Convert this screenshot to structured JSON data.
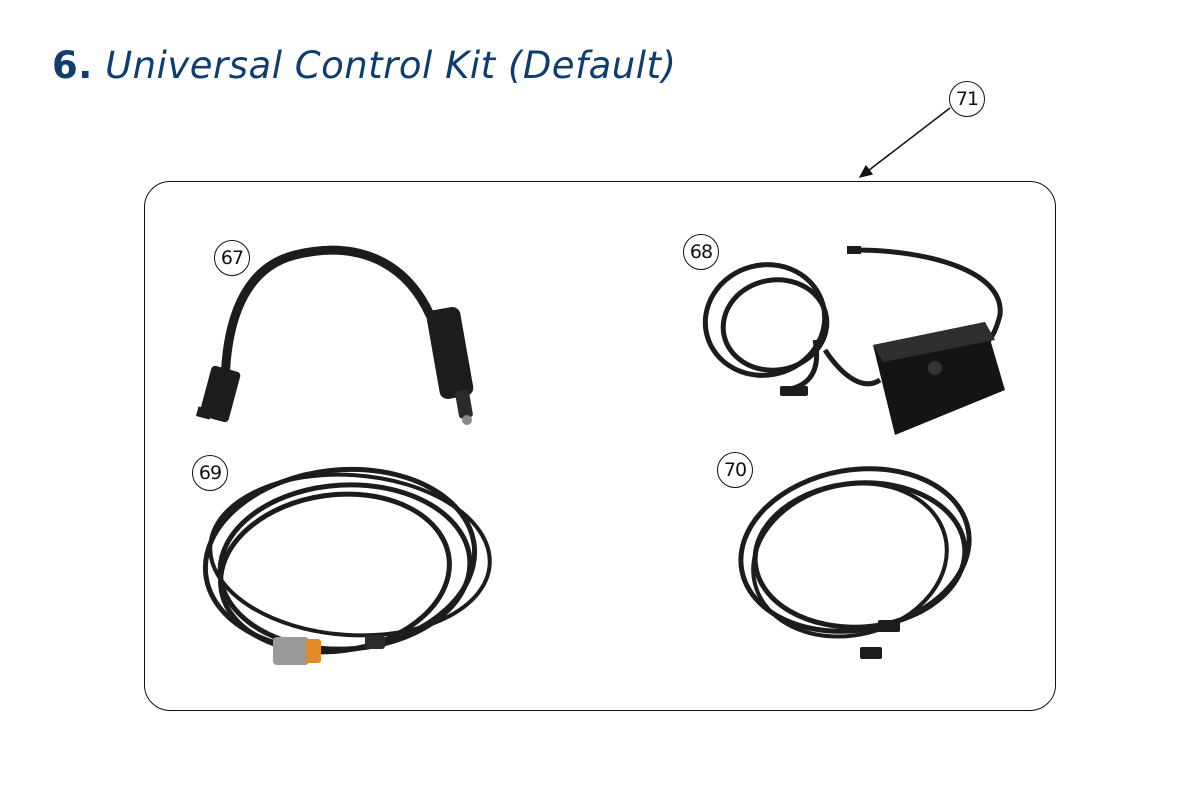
{
  "section": {
    "number": "6.",
    "title": "Universal Control Kit (Default)",
    "title_color": "#0f3d6e"
  },
  "kit_callout": "71",
  "parts": [
    {
      "callout": "67",
      "item": "power-cable-with-lighter-plug"
    },
    {
      "callout": "68",
      "item": "control-box-with-cable"
    },
    {
      "callout": "69",
      "item": "coiled-cable-with-connector"
    },
    {
      "callout": "70",
      "item": "coiled-extension-cable"
    }
  ],
  "colors": {
    "cable": "#1c1c1c",
    "connector_orange": "#e08a2a",
    "connector_gray": "#9a9a9a",
    "outline": "#111111"
  }
}
